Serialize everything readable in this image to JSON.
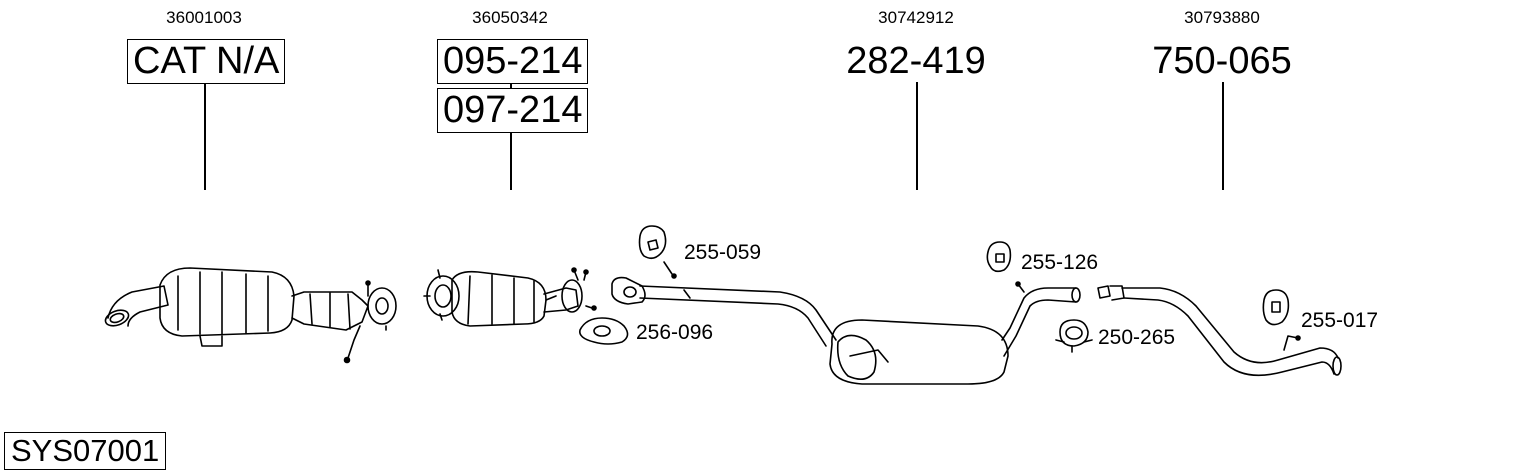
{
  "groups": [
    {
      "oem": "36001003",
      "parts": [
        "CAT N/A"
      ]
    },
    {
      "oem": "36050342",
      "parts": [
        "095-214",
        "097-214"
      ]
    },
    {
      "oem": "30742912",
      "parts": [
        "282-419"
      ]
    },
    {
      "oem": "30793880",
      "parts": [
        "750-065"
      ]
    }
  ],
  "accessories": [
    "255-059",
    "256-096",
    "255-126",
    "250-265",
    "255-017"
  ],
  "system_id": "SYS07001"
}
